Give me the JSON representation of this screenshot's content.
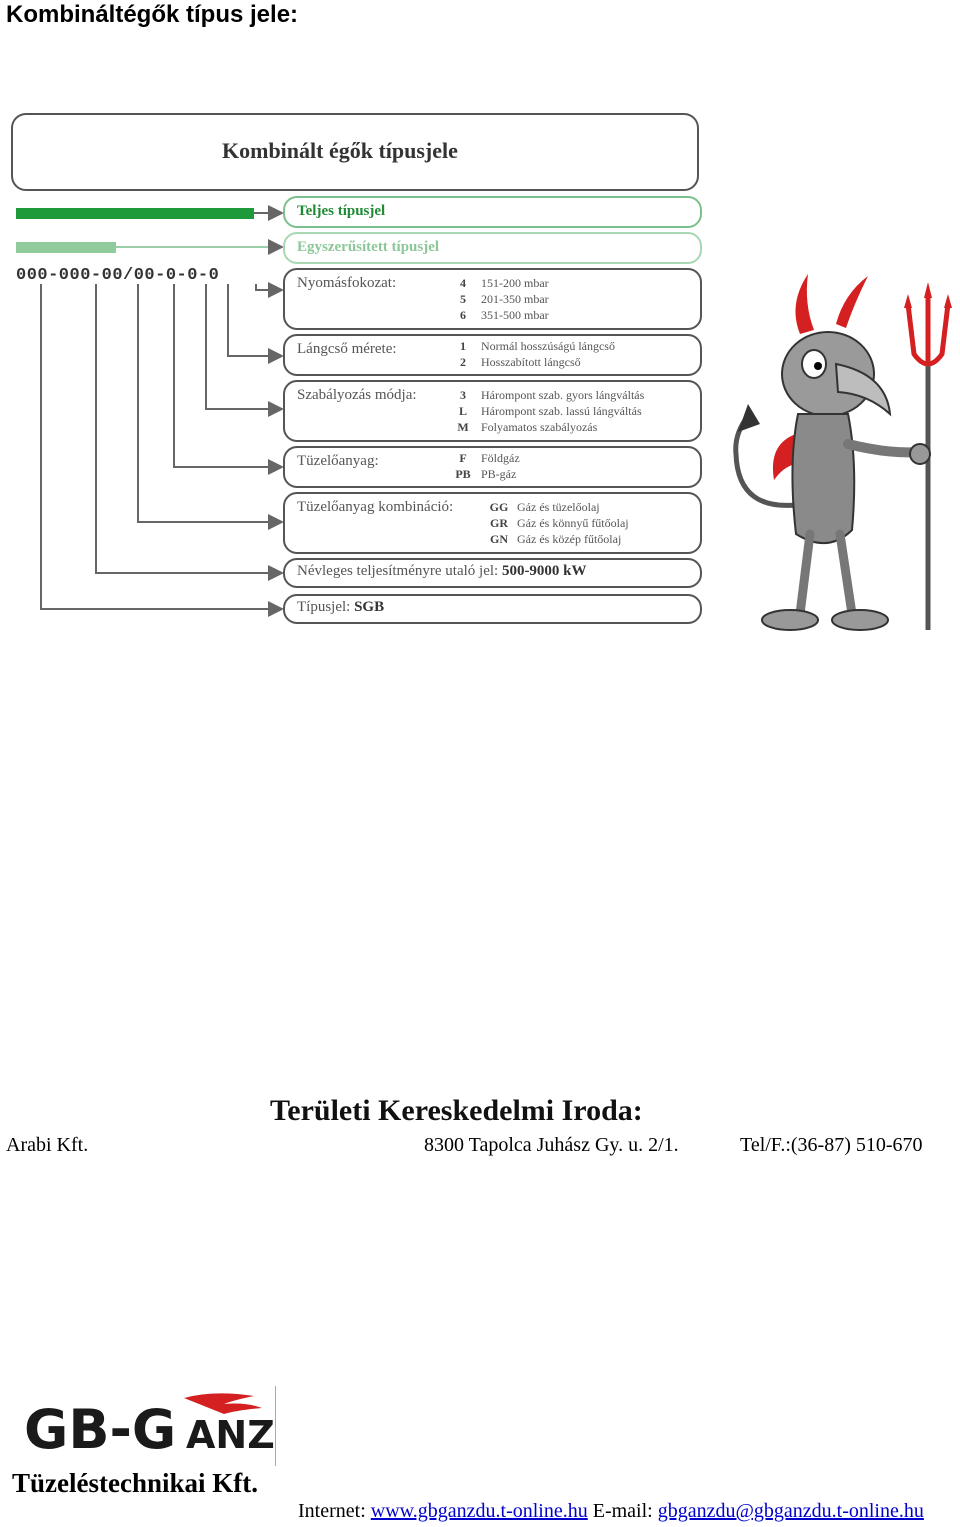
{
  "page": {
    "heading": "Kombináltégők típus jele:"
  },
  "diagram": {
    "title": "Kombinált égők típusjele",
    "full_type_label": "Teljes típusjel",
    "simplified_type_label": "Egyszerűsített típusjel",
    "code_template": "000-000-00/00-0-0-0",
    "pressure": {
      "label": "Nyomásfokozat:",
      "options": [
        {
          "code": "4",
          "text": "151-200 mbar"
        },
        {
          "code": "5",
          "text": "201-350 mbar"
        },
        {
          "code": "6",
          "text": "351-500 mbar"
        }
      ]
    },
    "flame_tube": {
      "label": "Lángcső mérete:",
      "options": [
        {
          "code": "1",
          "text": "Normál hosszúságú lángcső"
        },
        {
          "code": "2",
          "text": "Hosszabított lángcső"
        }
      ]
    },
    "control": {
      "label": "Szabályozás módja:",
      "options": [
        {
          "code": "3",
          "text": "Hárompont szab. gyors lángváltás"
        },
        {
          "code": "L",
          "text": "Hárompont szab. lassú lángváltás"
        },
        {
          "code": "M",
          "text": "Folyamatos szabályozás"
        }
      ]
    },
    "fuel": {
      "label": "Tüzelőanyag:",
      "options": [
        {
          "code": "F",
          "text": "Földgáz"
        },
        {
          "code": "PB",
          "text": "PB-gáz"
        }
      ]
    },
    "fuel_combination": {
      "label": "Tüzelőanyag kombináció:",
      "options": [
        {
          "code": "GG",
          "text": "Gáz és tüzelőolaj"
        },
        {
          "code": "GR",
          "text": "Gáz és könnyű fűtőolaj"
        },
        {
          "code": "GN",
          "text": "Gáz és közép fűtőolaj"
        }
      ]
    },
    "nominal_power": {
      "label": "Névleges teljesítményre utaló jel:",
      "value": "500-9000 kW"
    },
    "type_mark": {
      "label": "Típusjel:",
      "value": "SGB"
    },
    "colors": {
      "full_bar": "#1f9a3a",
      "simplified_bar": "#8fcb9b",
      "accent": "#d42020"
    }
  },
  "mascot": {
    "icon": "devil-with-trident-icon"
  },
  "office": {
    "heading": "Területi Kereskedelmi Iroda:",
    "company": "Arabi Kft.",
    "address": "8300 Tapolca Juhász Gy. u. 2/1.",
    "phone": "Tel/F.:(36-87) 510-670"
  },
  "footer": {
    "logo_text": "GB-GANZ",
    "subtitle": "Tüzeléstechnikai Kft.",
    "internet_label": "Internet:",
    "internet_url": "www.gbganzdu.t-online.hu",
    "email_label": "E-mail:",
    "email": "gbganzdu@gbganzdu.t-online.hu"
  }
}
